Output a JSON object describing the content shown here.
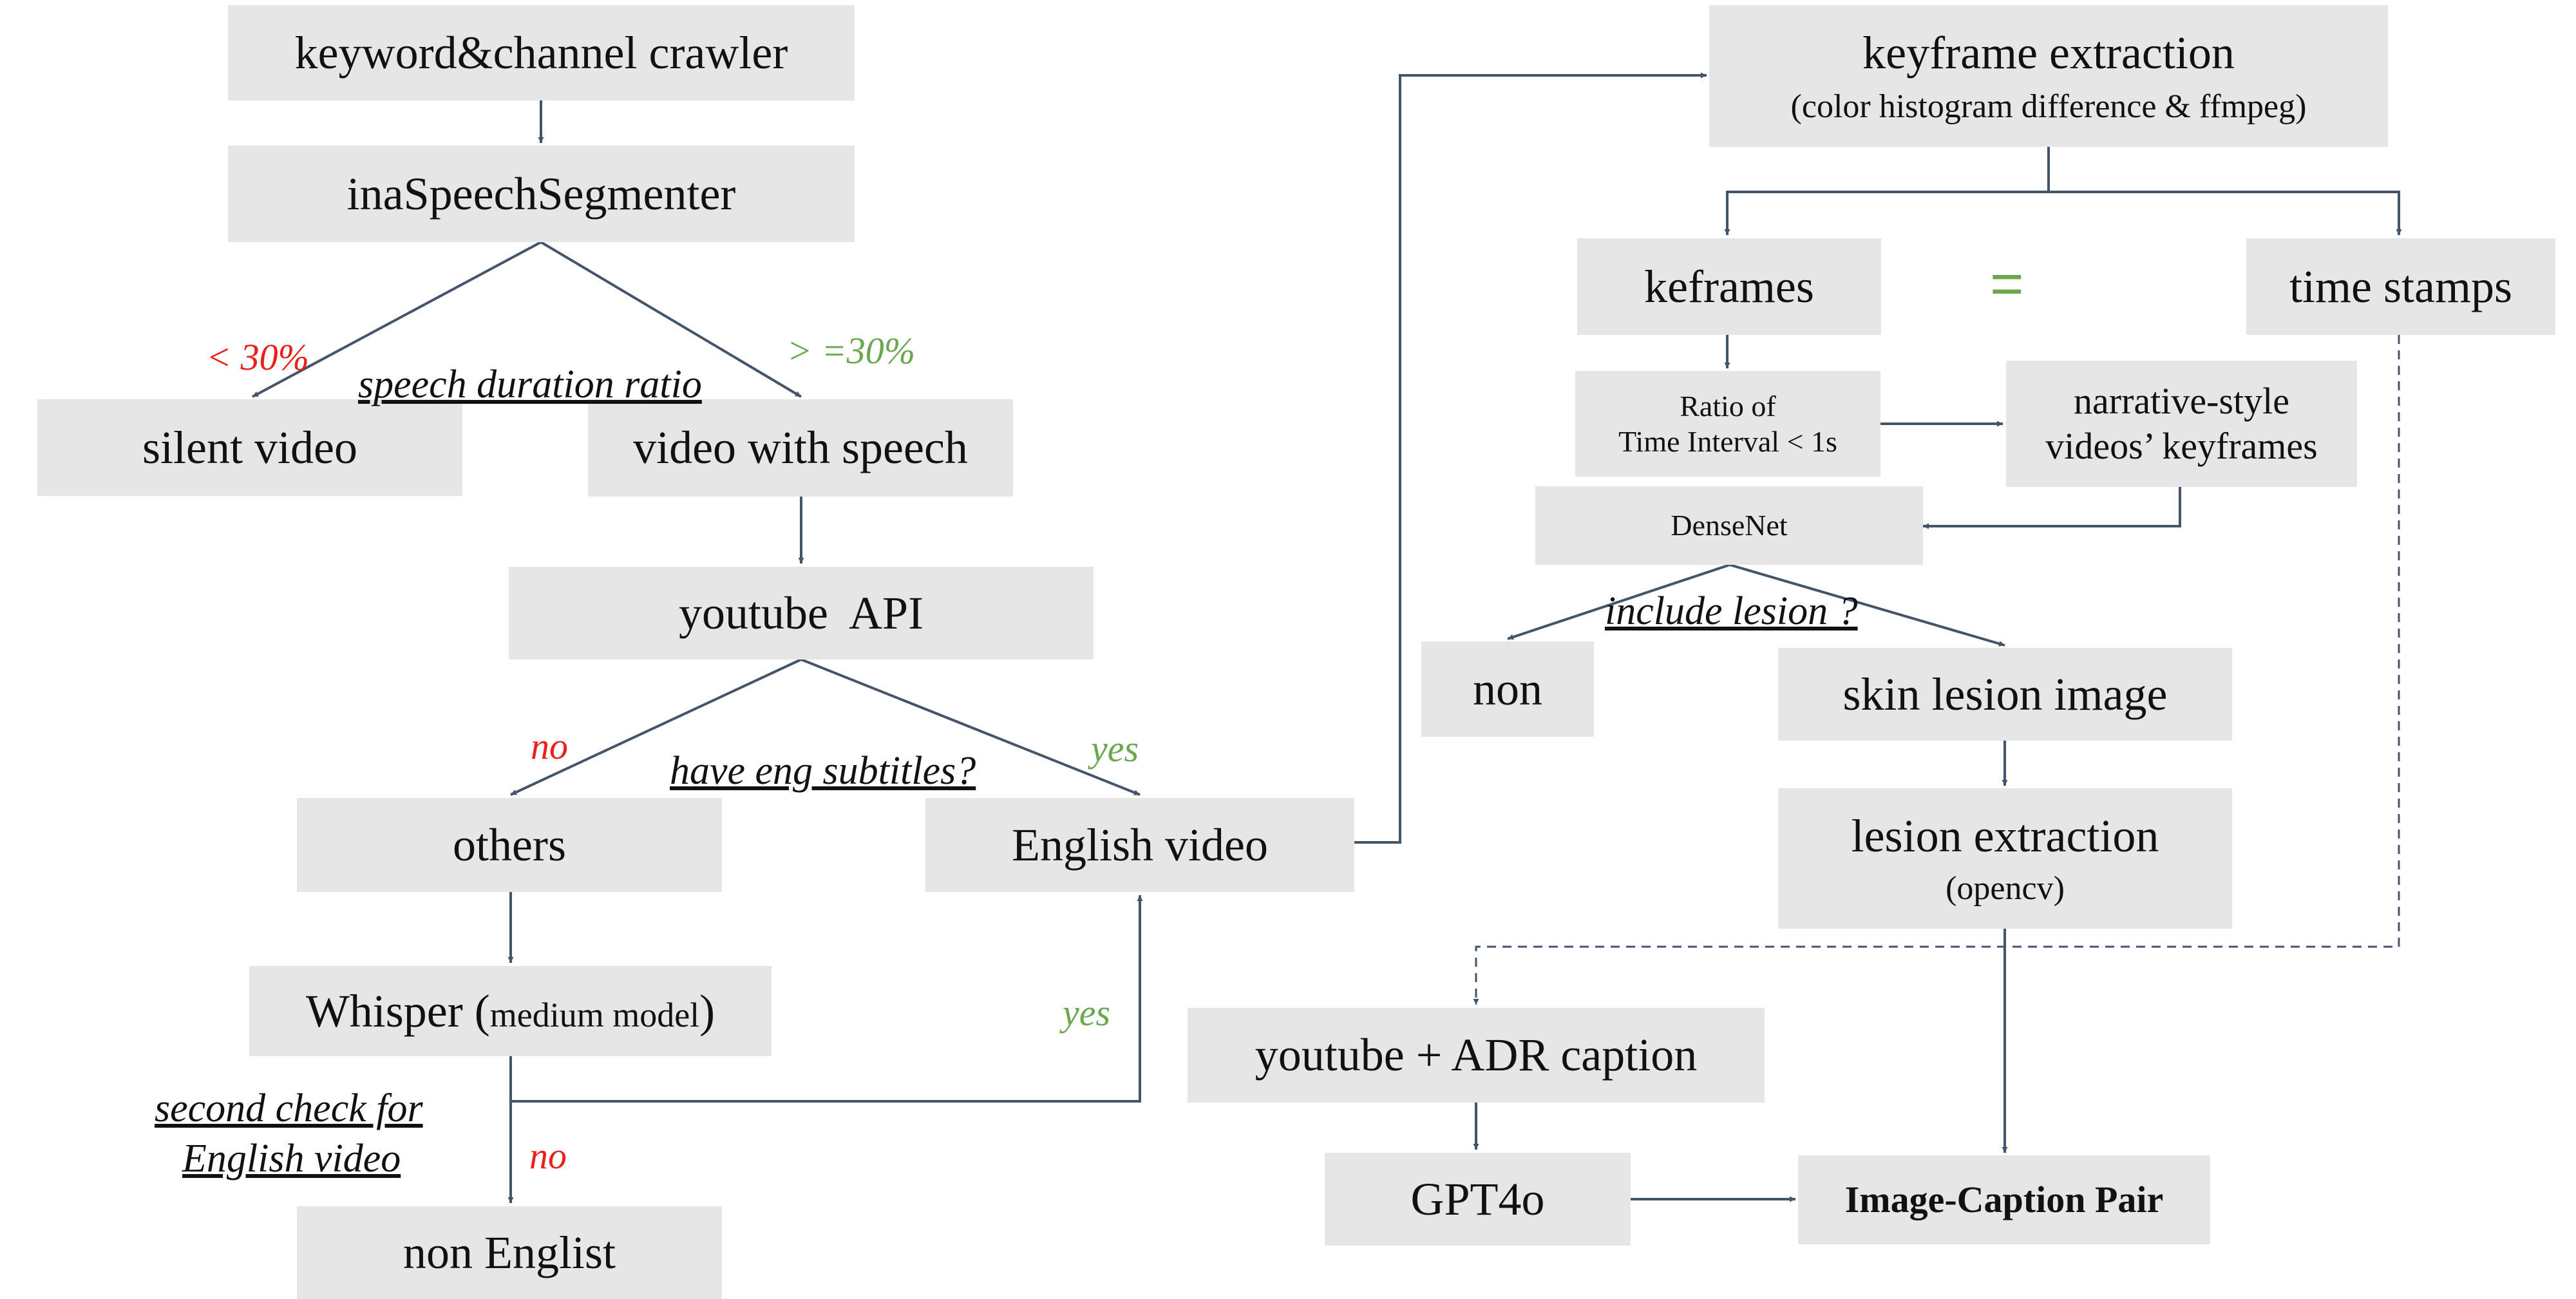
{
  "nodes": {
    "crawler": {
      "label": "keyword&channel crawler"
    },
    "ina": {
      "label": "inaSpeechSegmenter"
    },
    "silent": {
      "label": "silent video"
    },
    "speech": {
      "label": "video with speech"
    },
    "ytapi": {
      "label": "youtube  API"
    },
    "others": {
      "label": "others"
    },
    "english": {
      "label": "English video"
    },
    "whisper": {
      "label": "Whisper (",
      "sub": "medium model",
      "end": ")"
    },
    "nonenglish": {
      "label": "non Englist"
    },
    "keyframe": {
      "label": "keyframe extraction",
      "sub": "(color histogram difference & ffmpeg)"
    },
    "keframes": {
      "label": "keframes"
    },
    "timestamps": {
      "label": "time stamps"
    },
    "ratio": {
      "line1": "Ratio of",
      "line2": "Time Interval < 1s"
    },
    "narrative": {
      "line1": "narrative-style",
      "line2": "videos’ keyframes"
    },
    "densenet": {
      "label": "DenseNet"
    },
    "non": {
      "label": "non"
    },
    "skin": {
      "label": "skin lesion image"
    },
    "lesion": {
      "label": "lesion extraction",
      "sub": "(opencv)"
    },
    "adr": {
      "label": "youtube + ADR caption"
    },
    "gpt": {
      "label": "GPT4o"
    },
    "pair": {
      "label": "Image-Caption Pair"
    }
  },
  "labels": {
    "lt30": "< 30%",
    "ge30": "> =30%",
    "speech_ratio": "speech duration ratio",
    "no1": "no",
    "yes1": "yes",
    "have_eng": "have eng subtitles?",
    "yes2": "yes",
    "second_check_1": "second check for",
    "second_check_2": "English video",
    "no2": "no",
    "include_lesion": "include lesion ?",
    "equals": "="
  },
  "colors": {
    "box_fill": "#e6e6e6",
    "line": "#44546a",
    "red": "#e8211b",
    "green": "#6aa84f"
  }
}
